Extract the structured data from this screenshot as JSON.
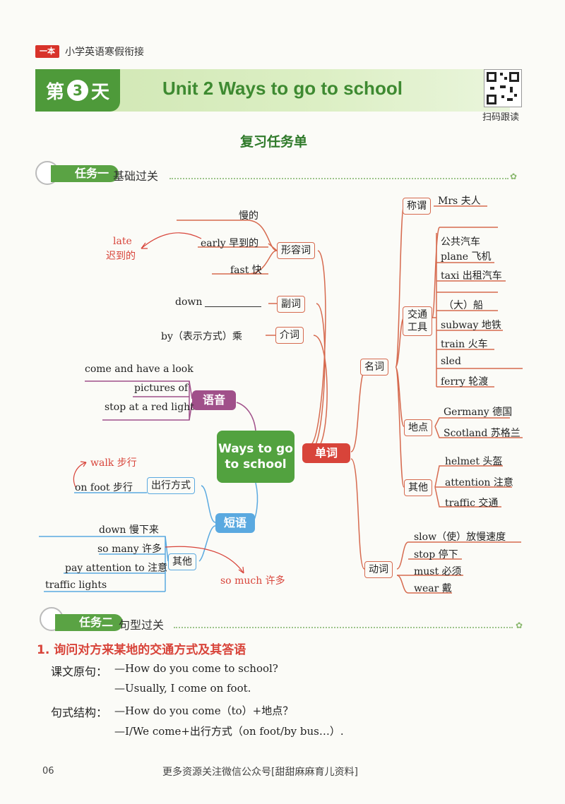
{
  "header": {
    "logo": "一本",
    "series": "小学英语寒假衔接",
    "day_prefix": "第",
    "day_num": "3",
    "day_suffix": "天",
    "unit_title": "Unit 2   Ways to go to school",
    "qr_label": "扫码跟读"
  },
  "review_title": "复习任务单",
  "task1": {
    "label": "任务一",
    "subtitle": "基础过关"
  },
  "task2": {
    "label": "任务二",
    "subtitle": "句型过关"
  },
  "mindmap": {
    "center": "Ways to go to school",
    "words": "单词",
    "sounds": "语音",
    "phrases": "短语",
    "adj": {
      "label": "形容词",
      "items": [
        "慢的",
        "early 早到的",
        "fast 快"
      ],
      "note_en": "late",
      "note_cn": "迟到的"
    },
    "adv": {
      "label": "副词",
      "item": "down"
    },
    "prep": {
      "label": "介词",
      "item": "by（表示方式）乘"
    },
    "sounds_items": [
      "come and have a look",
      "pictures of",
      "stop at a red light"
    ],
    "travel": {
      "label": "出行方式",
      "item": "on foot 步行",
      "note": "walk 步行"
    },
    "other": {
      "label": "其他",
      "items": [
        "down 慢下来",
        "so many 许多",
        "pay attention to 注意",
        "traffic lights"
      ],
      "note": "so much 许多"
    },
    "noun": {
      "label": "名词",
      "title": {
        "label": "称谓",
        "items": [
          "Mrs 夫人"
        ]
      },
      "transport": {
        "label": "交通工具",
        "items": [
          "公共汽车",
          "plane 飞机",
          "taxi 出租汽车",
          "（大）船",
          "subway 地铁",
          "train 火车",
          "sled",
          "ferry 轮渡"
        ]
      },
      "place": {
        "label": "地点",
        "items": [
          "Germany 德国",
          "Scotland 苏格兰"
        ]
      },
      "misc": {
        "label": "其他",
        "items": [
          "helmet 头盔",
          "attention 注意",
          "traffic 交通"
        ]
      }
    },
    "verb": {
      "label": "动词",
      "items": [
        "slow（使）放慢速度",
        "stop 停下",
        "must 必须",
        "wear 戴"
      ]
    }
  },
  "section1": {
    "title": "1. 询问对方来某地的交通方式及其答语",
    "orig_label": "课文原句：",
    "orig_q": "—How do you come to school?",
    "orig_a": "—Usually, I come on foot.",
    "struct_label": "句式结构：",
    "struct_q": "—How do you come（to）+地点？",
    "struct_a": "—I/We come+出行方式（on foot/by bus…）."
  },
  "footer": {
    "page": "06",
    "text": "更多资源关注微信公众号[甜甜麻麻育儿资料]"
  },
  "colors": {
    "green": "#52a23f",
    "red": "#d8443a",
    "purple": "#a0508a",
    "blue": "#5aa9e0"
  }
}
